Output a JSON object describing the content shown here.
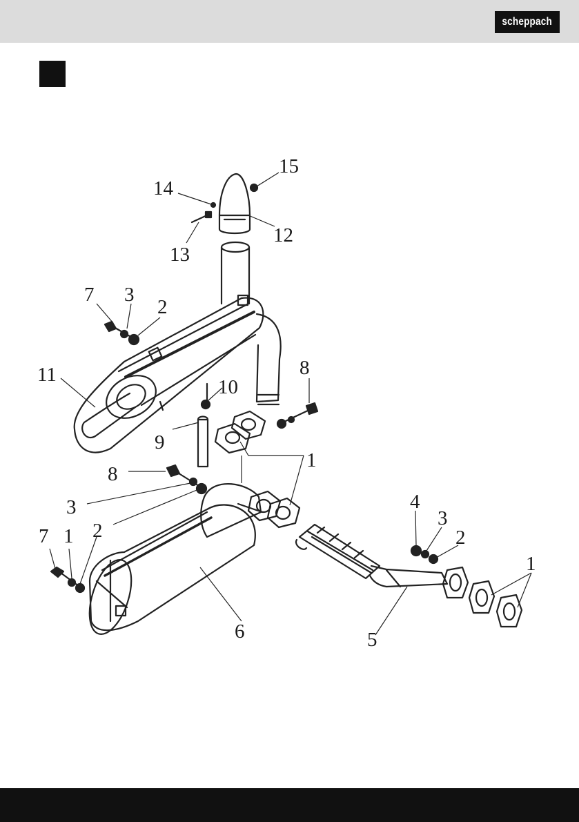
{
  "header": {
    "brand": "scheppach",
    "logo_bg": "#111111",
    "bar_color": "#dcdcdc"
  },
  "diagram": {
    "labels": {
      "l15": "15",
      "l14": "14",
      "l13": "13",
      "l12": "12",
      "l7a": "7",
      "l3a": "3",
      "l2a": "2",
      "l11": "11",
      "l10": "10",
      "l8a": "8",
      "l9": "9",
      "l1a": "1",
      "l8b": "8",
      "l3b": "3",
      "l7b": "7",
      "l1b": "1",
      "l2b": "2",
      "l6": "6",
      "l4": "4",
      "l3c": "3",
      "l2c": "2",
      "l1c": "1",
      "l5": "5"
    }
  },
  "footer": {
    "bar_color": "#111111"
  }
}
